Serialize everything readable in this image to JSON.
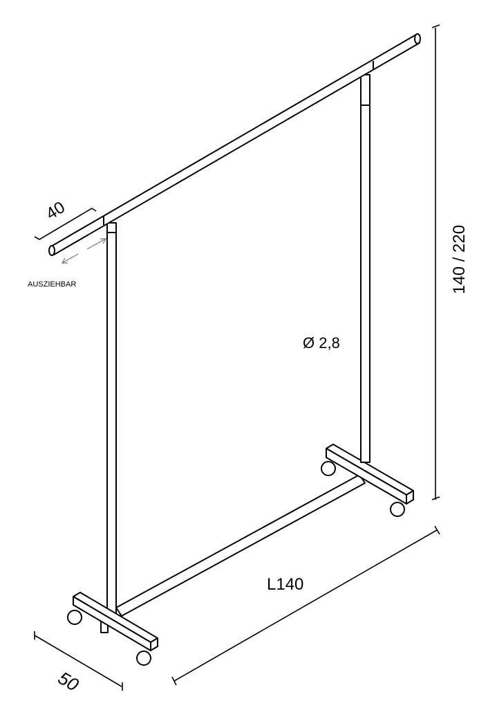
{
  "title": "Rollständer Kleiderständer technische Zeichnung",
  "labels": {
    "extension_length": "40",
    "extendable_note": "AUSZIEHBAR",
    "height": "140 / 220",
    "tube_diameter": "Ø 2,8",
    "length": "L140",
    "depth": "50"
  },
  "colors": {
    "line": "#000000",
    "arrow": "#777777",
    "background": "#ffffff"
  }
}
